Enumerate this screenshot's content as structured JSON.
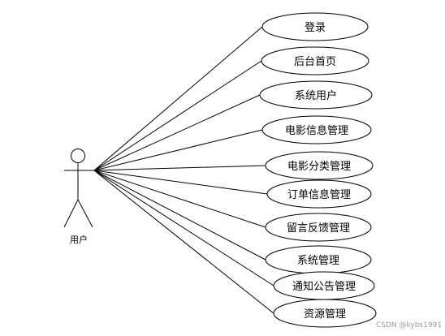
{
  "actor": {
    "label": "用户"
  },
  "use_cases": [
    {
      "label": "登录"
    },
    {
      "label": "后台首页"
    },
    {
      "label": "系统用户"
    },
    {
      "label": "电影信息管理"
    },
    {
      "label": "电影分类管理"
    },
    {
      "label": "订单信息管理"
    },
    {
      "label": "留言反馈管理"
    },
    {
      "label": "系统管理"
    },
    {
      "label": "通知公告管理"
    },
    {
      "label": "资源管理"
    }
  ],
  "watermark": {
    "text": "CSDN @kybs1991"
  },
  "colors": {
    "stroke": "#000000",
    "text": "#000000",
    "watermark": "#9a9a9a",
    "background": "#ffffff"
  }
}
